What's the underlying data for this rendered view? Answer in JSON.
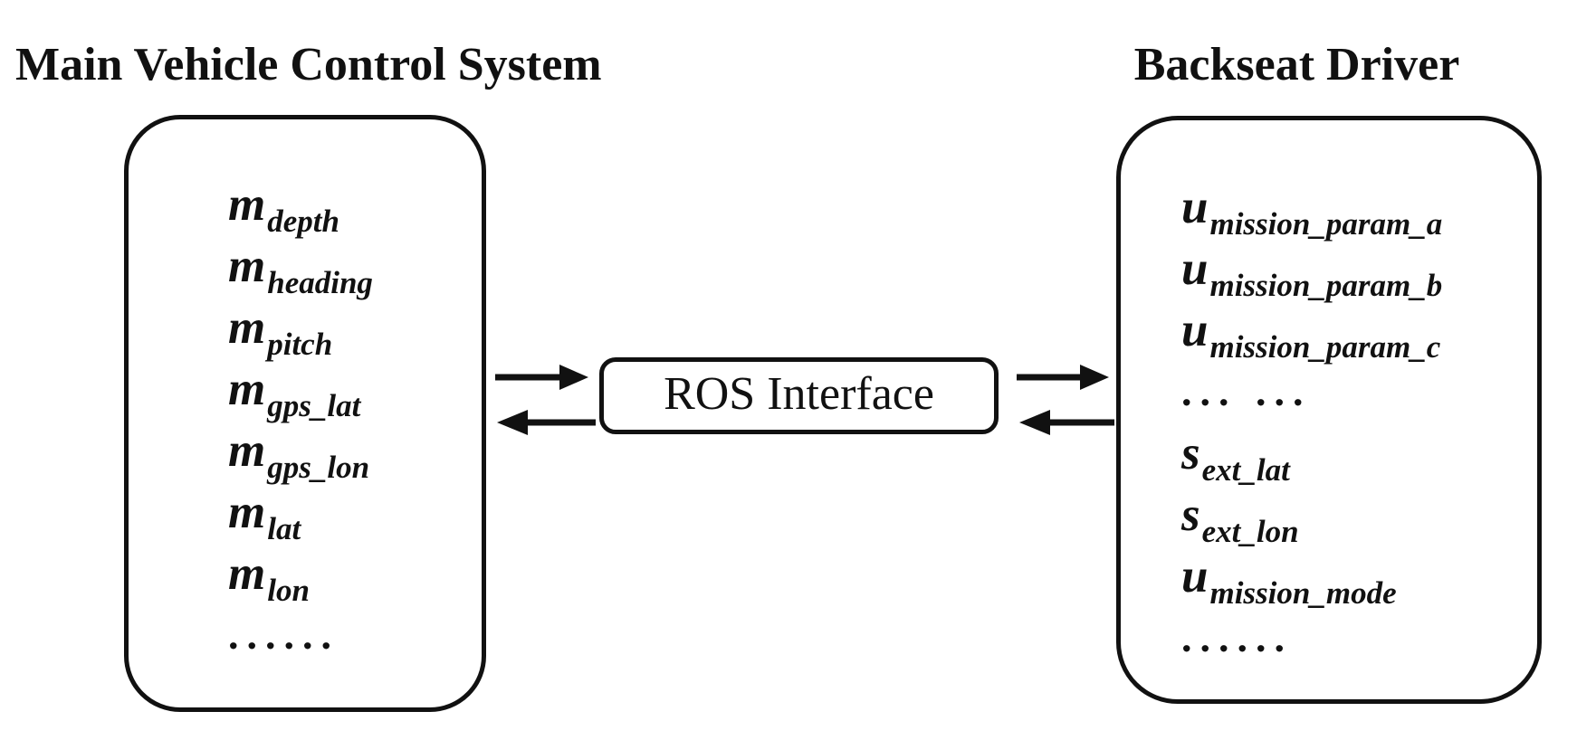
{
  "left_panel": {
    "title": "Main Vehicle Control System",
    "items": [
      {
        "base": "m",
        "sub": "depth"
      },
      {
        "base": "m",
        "sub": "heading"
      },
      {
        "base": "m",
        "sub": "pitch"
      },
      {
        "base": "m",
        "sub": "gps_lat"
      },
      {
        "base": "m",
        "sub": "gps_lon"
      },
      {
        "base": "m",
        "sub": "lat"
      },
      {
        "base": "m",
        "sub": "lon"
      },
      {
        "base": "......",
        "sub": ""
      }
    ]
  },
  "ros_interface": {
    "label": "ROS Interface"
  },
  "right_panel": {
    "title": "Backseat Driver",
    "items": [
      {
        "base": "u",
        "sub": "mission_param_a"
      },
      {
        "base": "u",
        "sub": "mission_param_b"
      },
      {
        "base": "u",
        "sub": "mission_param_c"
      },
      {
        "base": "... ...",
        "sub": ""
      },
      {
        "base": "s",
        "sub": "ext_lat"
      },
      {
        "base": "s",
        "sub": "ext_lon"
      },
      {
        "base": "u",
        "sub": "mission_mode"
      },
      {
        "base": "......",
        "sub": ""
      }
    ]
  },
  "colors": {
    "ink": "#111111",
    "background": "#ffffff"
  }
}
